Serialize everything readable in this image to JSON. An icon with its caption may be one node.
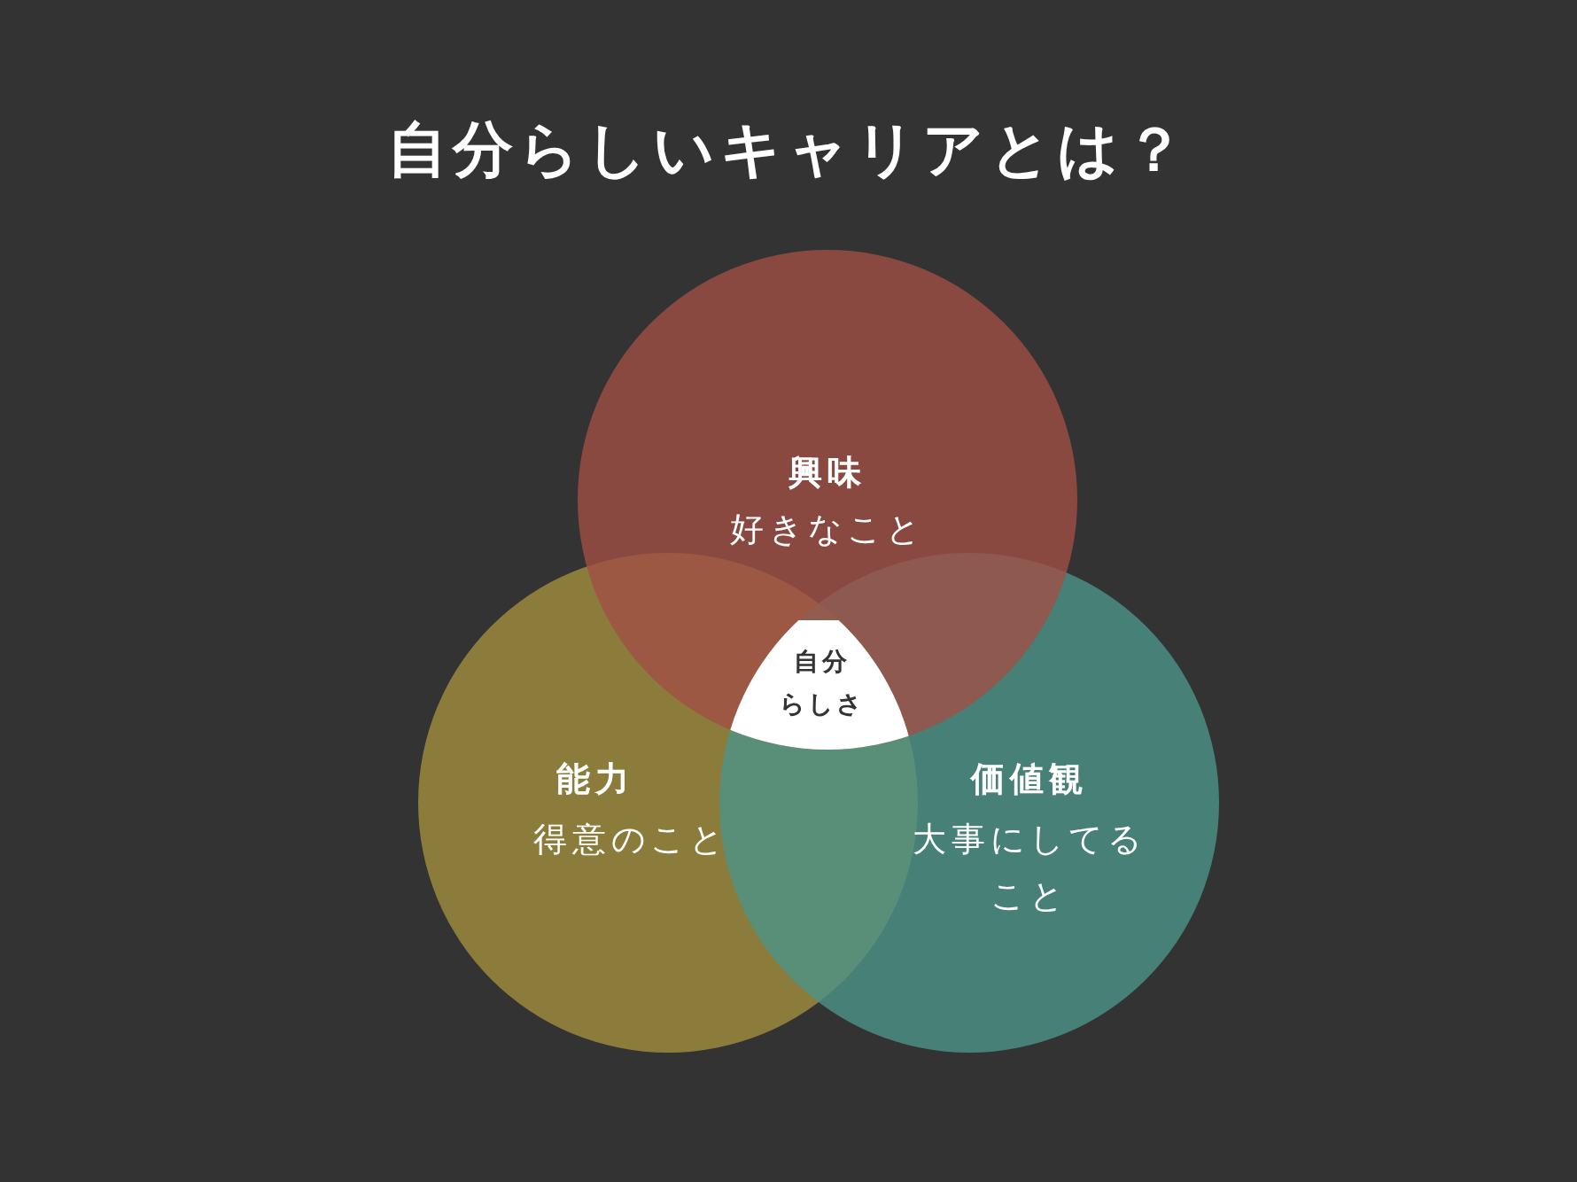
{
  "diagram": {
    "title": "自分らしいキャリアとは？",
    "nodes": [
      {
        "text": [
          "興味",
          "好きなこと"
        ]
      },
      {
        "text": [
          "自分らしさ"
        ]
      },
      {
        "text": [
          "能力",
          "得意のこと"
        ]
      },
      {
        "text": [
          "価値観",
          "大事にしてること"
        ]
      }
    ]
  }
}
